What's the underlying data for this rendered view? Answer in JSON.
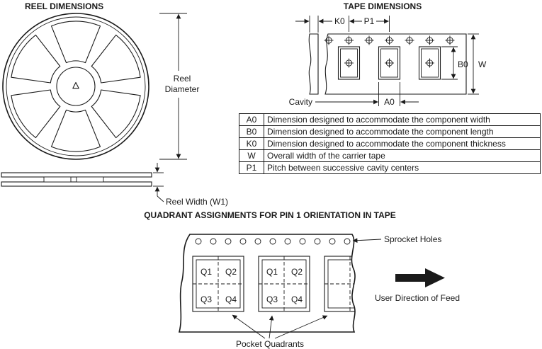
{
  "reel": {
    "title": "REEL DIMENSIONS",
    "diameter_line1": "Reel",
    "diameter_line2": "Diameter",
    "width_label": "Reel Width (W1)"
  },
  "tape": {
    "title": "TAPE DIMENSIONS",
    "cavity_label": "Cavity",
    "dims": {
      "a0": "A0",
      "b0": "B0",
      "k0": "K0",
      "w": "W",
      "p1": "P1"
    }
  },
  "table": {
    "rows": [
      {
        "code": "A0",
        "desc": "Dimension designed to accommodate the component width"
      },
      {
        "code": "B0",
        "desc": "Dimension designed to accommodate the component length"
      },
      {
        "code": "K0",
        "desc": "Dimension designed to accommodate the component thickness"
      },
      {
        "code": "W",
        "desc": "Overall width of the carrier tape"
      },
      {
        "code": "P1",
        "desc": "Pitch between successive cavity centers"
      }
    ]
  },
  "quadrant": {
    "title": "QUADRANT ASSIGNMENTS FOR PIN 1 ORIENTATION IN TAPE",
    "sprocket_holes_label": "Sprocket Holes",
    "user_direction_label": "User Direction of Feed",
    "pocket_quadrants_label": "Pocket Quadrants",
    "labels": {
      "q1": "Q1",
      "q2": "Q2",
      "q3": "Q3",
      "q4": "Q4"
    }
  },
  "colors": {
    "line": "#1a1a1a",
    "background": "#ffffff"
  }
}
